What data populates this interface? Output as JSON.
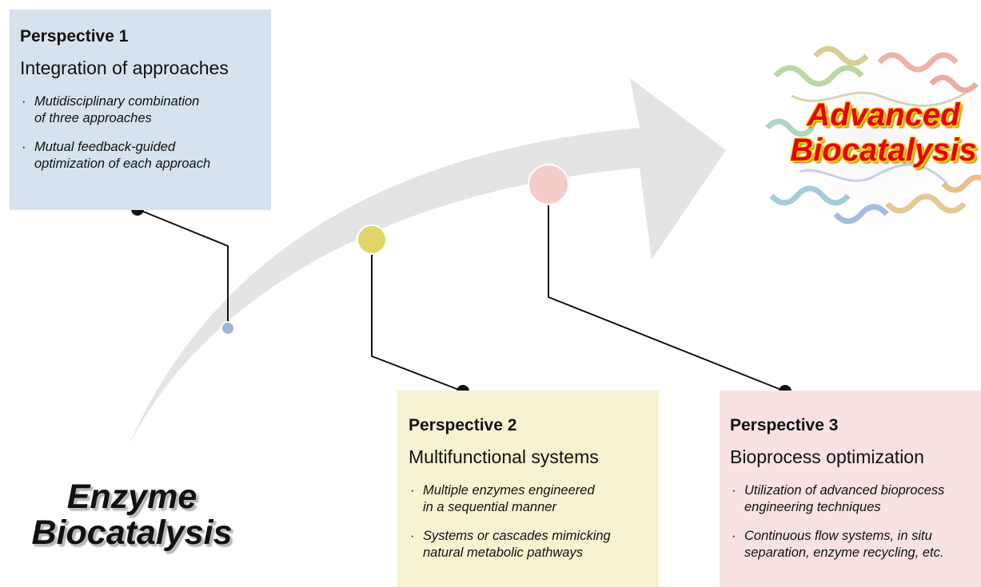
{
  "start_label": "Enzyme Biocatalysis",
  "start_label_lines": [
    "Enzyme",
    "Biocatalysis"
  ],
  "end_label": "Advanced Biocatalysis",
  "end_label_lines": [
    "Advanced",
    "Biocatalysis"
  ],
  "perspectives": [
    {
      "title": "Perspective 1",
      "subtitle": "Integration of approaches",
      "bullets": [
        [
          "Mutidisciplinary combination",
          "of three approaches"
        ],
        [
          "Mutual feedback-guided",
          "optimization of each approach"
        ]
      ],
      "color": "#d6e2ee",
      "node_color": "#9eb6d6"
    },
    {
      "title": "Perspective 2",
      "subtitle": "Multifunctional systems",
      "bullets": [
        [
          "Multiple enzymes engineered",
          "in a sequential manner"
        ],
        [
          "Systems or cascades mimicking",
          "natural metabolic pathways"
        ]
      ],
      "color": "#f7f3d2",
      "node_color": "#e2d46a"
    },
    {
      "title": "Perspective 3",
      "subtitle": "Bioprocess optimization",
      "bullets": [
        [
          "Utilization of advanced bioprocess",
          "engineering techniques"
        ],
        [
          "Continuous flow systems, in situ",
          "separation, enzyme recycling, etc."
        ]
      ],
      "color": "#fae2e1",
      "node_color": "#f6cccb"
    }
  ],
  "colors": {
    "arrow": "#e4e4e4",
    "connector": "#111111",
    "advanced_text": "#e60012",
    "advanced_outline": "#ffd400"
  }
}
